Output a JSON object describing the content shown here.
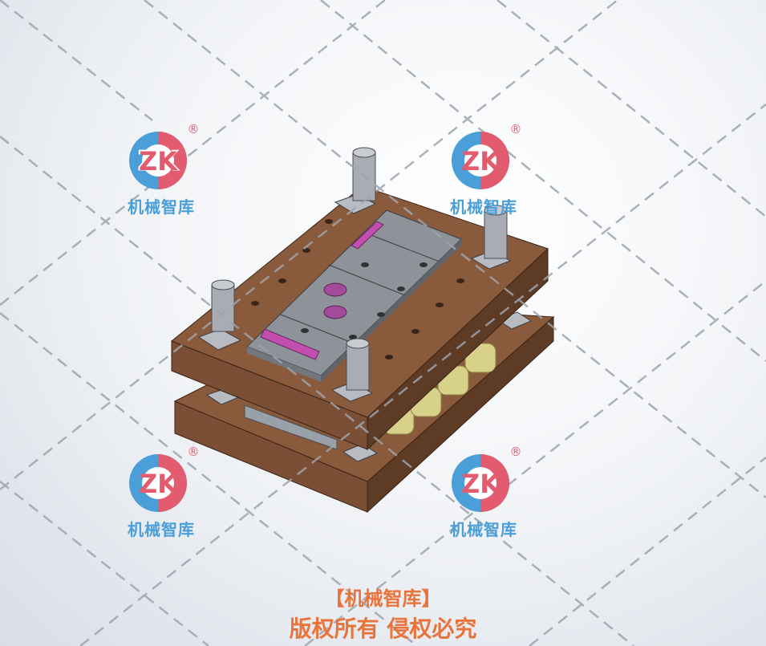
{
  "watermark": {
    "label": "机械智库",
    "logo_letters": "ZK",
    "registered_mark": "®",
    "colors": {
      "blue": "#4a9fd8",
      "red": "#e25b6e"
    }
  },
  "footer": {
    "title": "【机械智库】",
    "subtitle": "版权所有 侵权必究",
    "color": "#e8743b"
  },
  "colors": {
    "plate": "#8a5a3c",
    "plate_dark": "#5e3b25",
    "steel": "#8e939a",
    "purple": "#c24fb0",
    "spring": "#d8d18a"
  }
}
